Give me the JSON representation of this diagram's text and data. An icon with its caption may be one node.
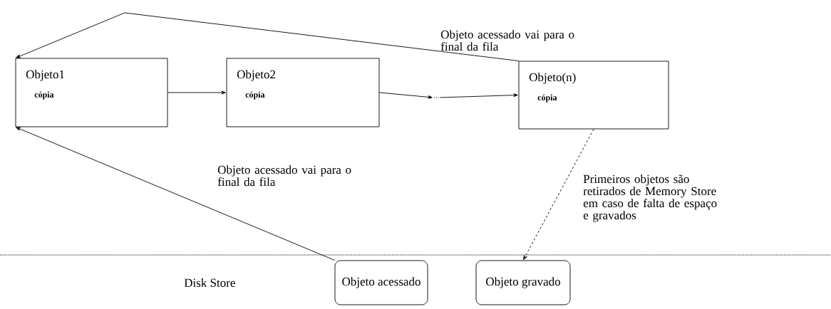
{
  "diagram": {
    "nodes": [
      {
        "text": [
          "Objeto1",
          "cópia"
        ]
      },
      {
        "text": [
          "Objeto2",
          "cópia"
        ]
      },
      {
        "text": [
          "..."
        ]
      },
      {
        "text": [
          "Objeto(n)",
          "cópia"
        ]
      },
      {
        "text": [
          "Objeto acessado"
        ]
      },
      {
        "text": [
          "Objeto gravado"
        ]
      }
    ],
    "edges": [
      {
        "from": 0,
        "to": 1,
        "arrow": "to"
      },
      {
        "from": 1,
        "to": 2,
        "arrow": "to"
      },
      {
        "from": 2,
        "to": 3,
        "arrow": "to"
      },
      {
        "from": 3,
        "to": 0,
        "arrow": "to",
        "label": "Objeto acessado vai para o final da fila"
      },
      {
        "from": 4,
        "to": 0,
        "arrow": "to",
        "label": "Objeto acessado vai para o final da fila"
      },
      {
        "from": 3,
        "to": 5,
        "arrow": "to",
        "style": "dashed",
        "label": "Primeiros objetos são retirados de Memory Store em caso de falta de espaço e gravados"
      }
    ],
    "labels": [
      "Disk Store"
    ]
  }
}
